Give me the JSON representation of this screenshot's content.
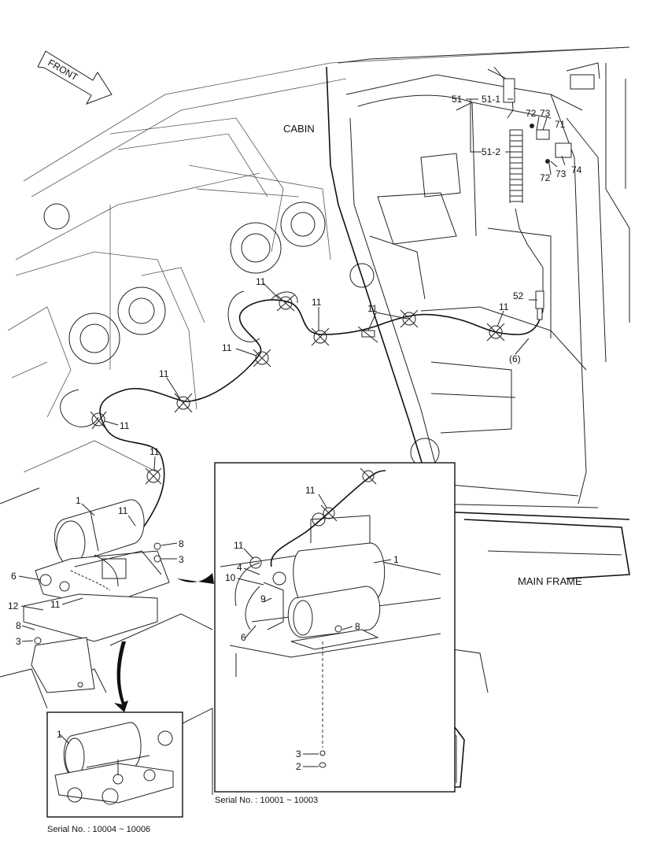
{
  "labels": {
    "front": "FRONT",
    "cabin": "CABIN",
    "main_frame": "MAIN FRAME",
    "serial_a": "Serial No. : 10001 ~ 10003",
    "serial_b": "Serial No. : 10004 ~ 10006"
  },
  "callouts": {
    "c51": "51",
    "c51_1": "51-1",
    "c51_2": "51-2",
    "c52": "52",
    "c71": "71",
    "c72": "72",
    "c73": "73",
    "c74": "74",
    "c6": "6",
    "c6p": "(6)",
    "c1": "1",
    "c2": "2",
    "c3": "3",
    "c4": "4",
    "c8": "8",
    "c9": "9",
    "c10": "10",
    "c11": "11",
    "c12": "12"
  }
}
